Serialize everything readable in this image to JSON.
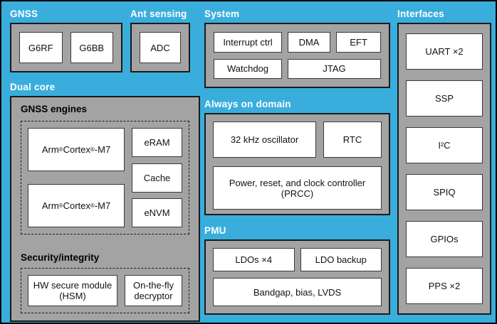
{
  "colors": {
    "background": "#39aedd",
    "panel_gray": "#a3a3a3",
    "box_white": "#ffffff",
    "border_black": "#1a1a1a"
  },
  "sections": {
    "gnss": {
      "label": "GNSS",
      "boxes": [
        "G6RF",
        "G6BB"
      ]
    },
    "ant_sensing": {
      "label": "Ant sensing",
      "boxes": [
        "ADC"
      ]
    },
    "system": {
      "label": "System",
      "row1": [
        "Interrupt ctrl",
        "DMA",
        "EFT"
      ],
      "row2": [
        "Watchdog",
        "JTAG"
      ]
    },
    "interfaces": {
      "label": "Interfaces",
      "boxes": [
        "UART ×2",
        "SSP",
        "I²C",
        "SPIQ",
        "GPIOs",
        "PPS ×2"
      ]
    },
    "dual_core": {
      "label": "Dual core",
      "gnss_engines": {
        "label": "GNSS engines",
        "cores": [
          "Arm® Cortex®-M7",
          "Arm® Cortex®-M7"
        ],
        "memories": [
          "eRAM",
          "Cache",
          "eNVM"
        ]
      },
      "security": {
        "label": "Security/integrity",
        "boxes": [
          "HW secure module\n(HSM)",
          "On-the-fly\ndecryptor"
        ]
      }
    },
    "always_on": {
      "label": "Always on domain",
      "row1": [
        "32 kHz oscillator",
        "RTC"
      ],
      "row2": [
        "Power, reset, and clock controller\n(PRCC)"
      ]
    },
    "pmu": {
      "label": "PMU",
      "row1": [
        "LDOs ×4",
        "LDO backup"
      ],
      "row2": [
        "Bandgap, bias, LVDS"
      ]
    }
  }
}
